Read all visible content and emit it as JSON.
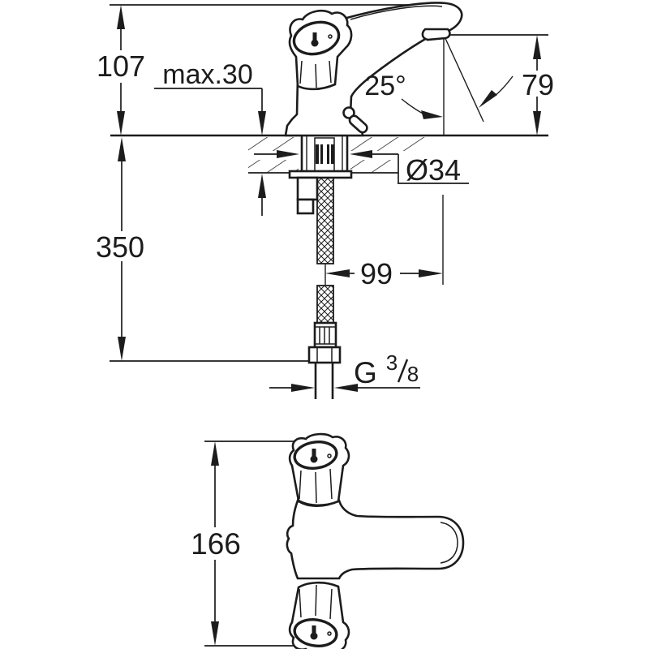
{
  "colors": {
    "line": "#1c1c1c",
    "background": "#ffffff"
  },
  "dimensions": {
    "height_above_deck": "107",
    "max_deck_thickness": "max.30",
    "spout_angle": "25°",
    "outlet_height": "79",
    "hole_diameter": "Ø34",
    "hose_length": "350",
    "spout_reach": "99",
    "thread_prefix": "G",
    "thread_numerator": "3",
    "thread_denominator": "8",
    "overall_width": "166"
  }
}
